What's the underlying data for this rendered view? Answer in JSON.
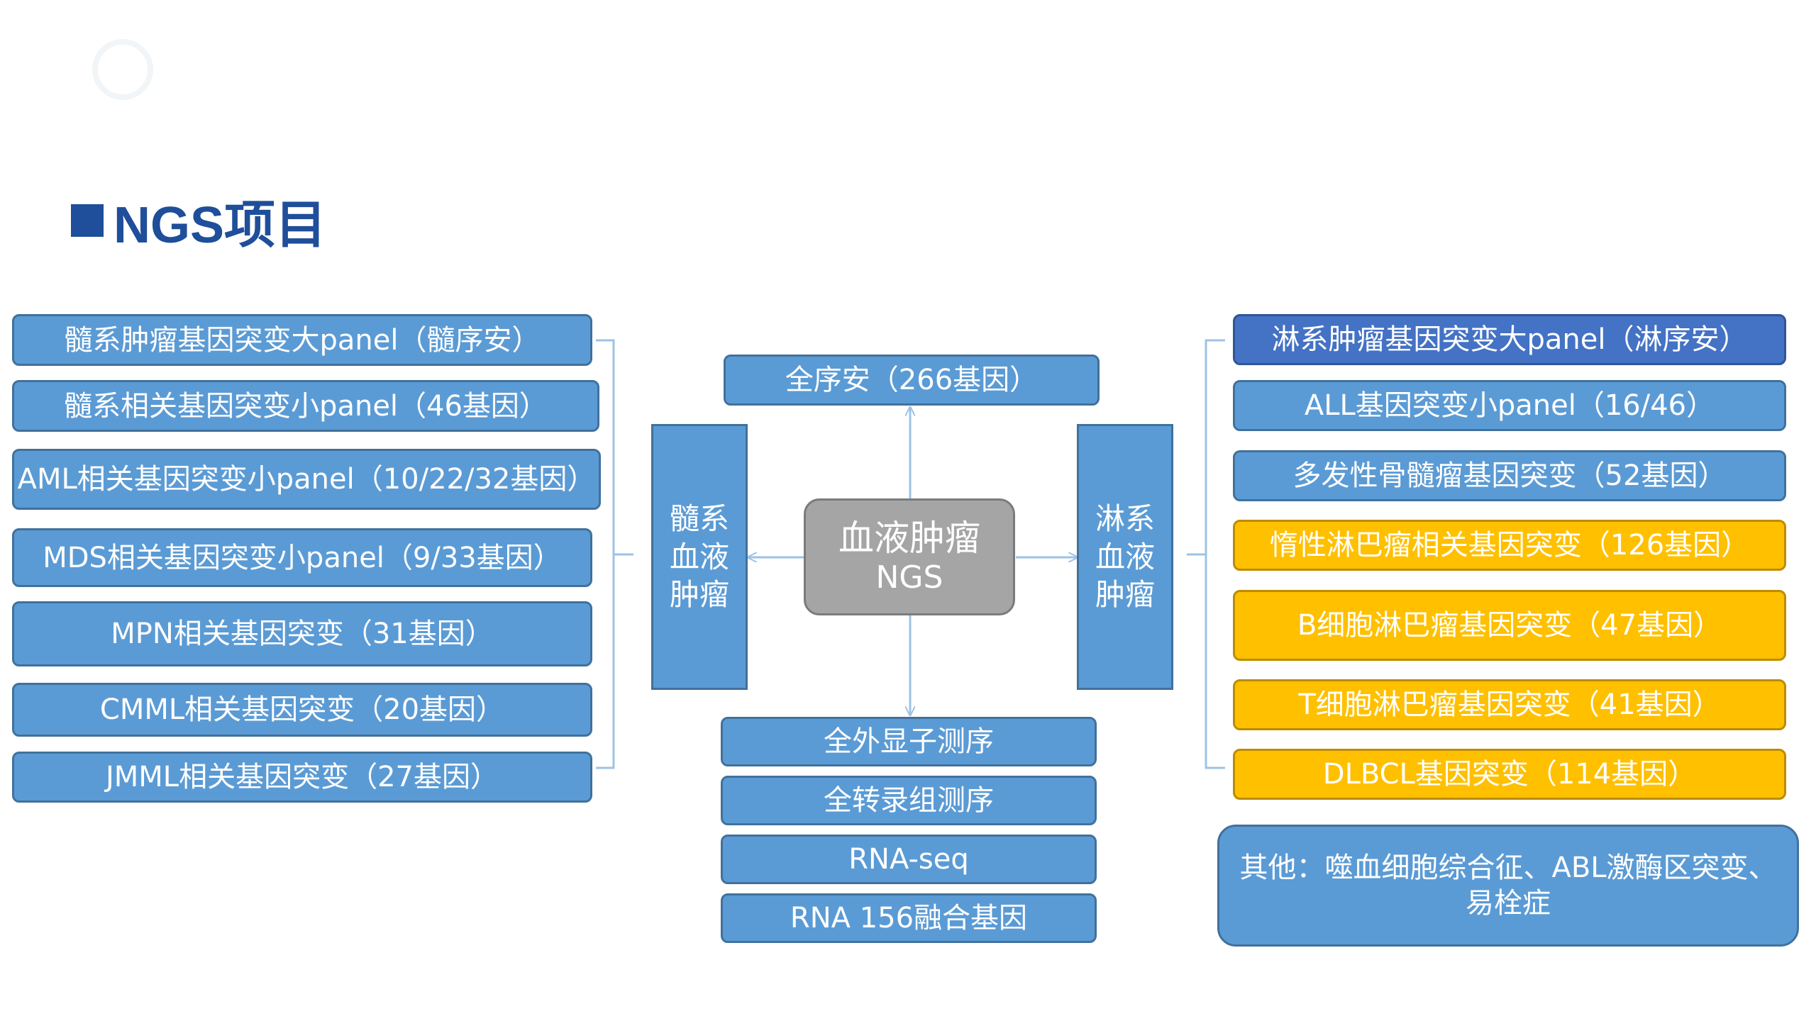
{
  "header": {
    "logo_text": "",
    "right_text": ""
  },
  "title": "NGS项目",
  "center": {
    "line1": "血液肿瘤",
    "line2": "NGS"
  },
  "left_category": "髓系血液肿瘤",
  "right_category": "淋系血液肿瘤",
  "left_items": [
    "髓系肿瘤基因突变大panel（髓序安）",
    "髓系相关基因突变小panel（46基因）",
    "AML相关基因突变小panel（10/22/32基因）",
    "MDS相关基因突变小panel（9/33基因）",
    "MPN相关基因突变（31基因）",
    "CMML相关基因突变（20基因）",
    "JMML相关基因突变（27基因）"
  ],
  "top_item": "全序安（266基因）",
  "bottom_items": [
    "全外显子测序",
    "全转录组测序",
    "RNA-seq",
    "RNA 156融合基因"
  ],
  "right_items": [
    "淋系肿瘤基因突变大panel（淋序安）",
    "ALL基因突变小panel（16/46）",
    "多发性骨髓瘤基因突变（52基因）",
    "惰性淋巴瘤相关基因突变（126基因）",
    "B细胞淋巴瘤基因突变（47基因）",
    "T细胞淋巴瘤基因突变（41基因）",
    "DLBCL基因突变（114基因）"
  ],
  "other_item": "其他：噬血细胞综合征、ABL激酶区突变、易栓症",
  "colors": {
    "box_blue": "#5b9bd5",
    "box_dark_blue": "#4472c4",
    "box_yellow": "#ffc000",
    "center_gray": "#a5a5a5",
    "title_blue": "#1f4e9a"
  }
}
